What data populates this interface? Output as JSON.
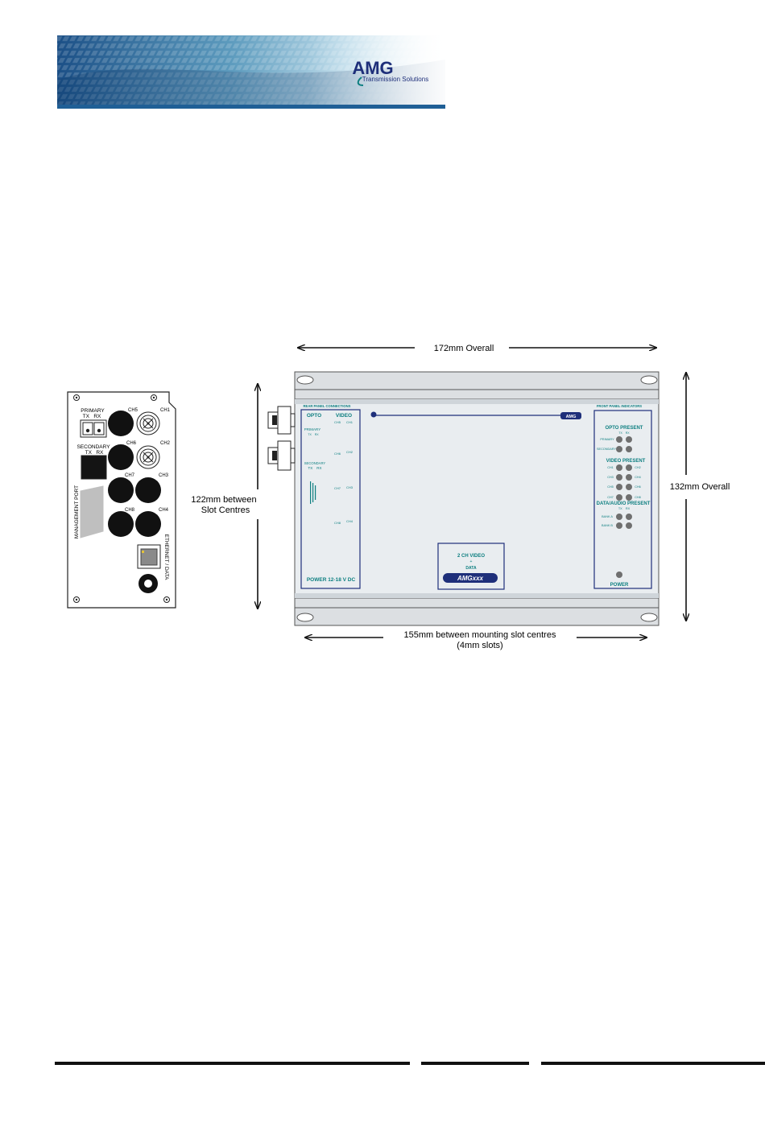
{
  "colors": {
    "teal": "#0d7f80",
    "navy": "#1e2f7a",
    "panel": "#e9edf0",
    "frame": "#cfd5da",
    "banner_blue": "#1f5f96"
  },
  "header": {
    "logo_text": "AMG",
    "logo_tagline": "Transmission Solutions"
  },
  "dimensions": {
    "overall_width": "172mm Overall",
    "overall_height": "132mm Overall",
    "slot_centres": [
      "122mm between",
      "Slot Centres"
    ],
    "mounting_slots": [
      "155mm between mounting slot centres",
      "(4mm slots)"
    ]
  },
  "rear_panel": {
    "primary": "PRIMARY",
    "primary_txrx": "TX   RX",
    "secondary": "SECONDARY",
    "secondary_txrx": "TX   RX",
    "management_port": "MANAGEMENT PORT",
    "ethernet_data": "ETHERNET / DATA",
    "channels": [
      "CH1",
      "CH2",
      "CH3",
      "CH4",
      "CH5",
      "CH6",
      "CH7",
      "CH8"
    ]
  },
  "front_unit": {
    "left_panel": {
      "heading": "REAR PANEL CONNECTIONS",
      "opto": "OPTO",
      "video": "VIDEO",
      "primary": "PRIMARY",
      "primary_txrx": "TX    RX",
      "secondary": "SECONDARY",
      "secondary_txrx": "TX    RX",
      "video_left": [
        "CH5",
        "CH6",
        "CH7",
        "CH8"
      ],
      "video_right": [
        "CH1",
        "CH2",
        "CH3",
        "CH4"
      ],
      "power": "POWER 12-18 V DC"
    },
    "badge": "AMG",
    "center_label": {
      "line1": "2 CH VIDEO",
      "line2": "+",
      "line3": "DATA",
      "model": "AMGxxx"
    },
    "right_panel": {
      "heading": "FRONT PANEL INDICATORS",
      "opto_present": "OPTO PRESENT",
      "opto_rows": [
        "PRIMARY",
        "SECONDARY"
      ],
      "opto_txrx": "TX    RX",
      "video_present": "VIDEO PRESENT",
      "video_left": [
        "CH1",
        "CH3",
        "CH5",
        "CH7"
      ],
      "video_right": [
        "CH2",
        "CH4",
        "CH6",
        "CH8"
      ],
      "data_audio_present": "DATA/AUDIO PRESENT",
      "data_txrx": "TX    RX",
      "data_rows": [
        "BANK A",
        "BANK B"
      ],
      "power": "POWER"
    }
  }
}
